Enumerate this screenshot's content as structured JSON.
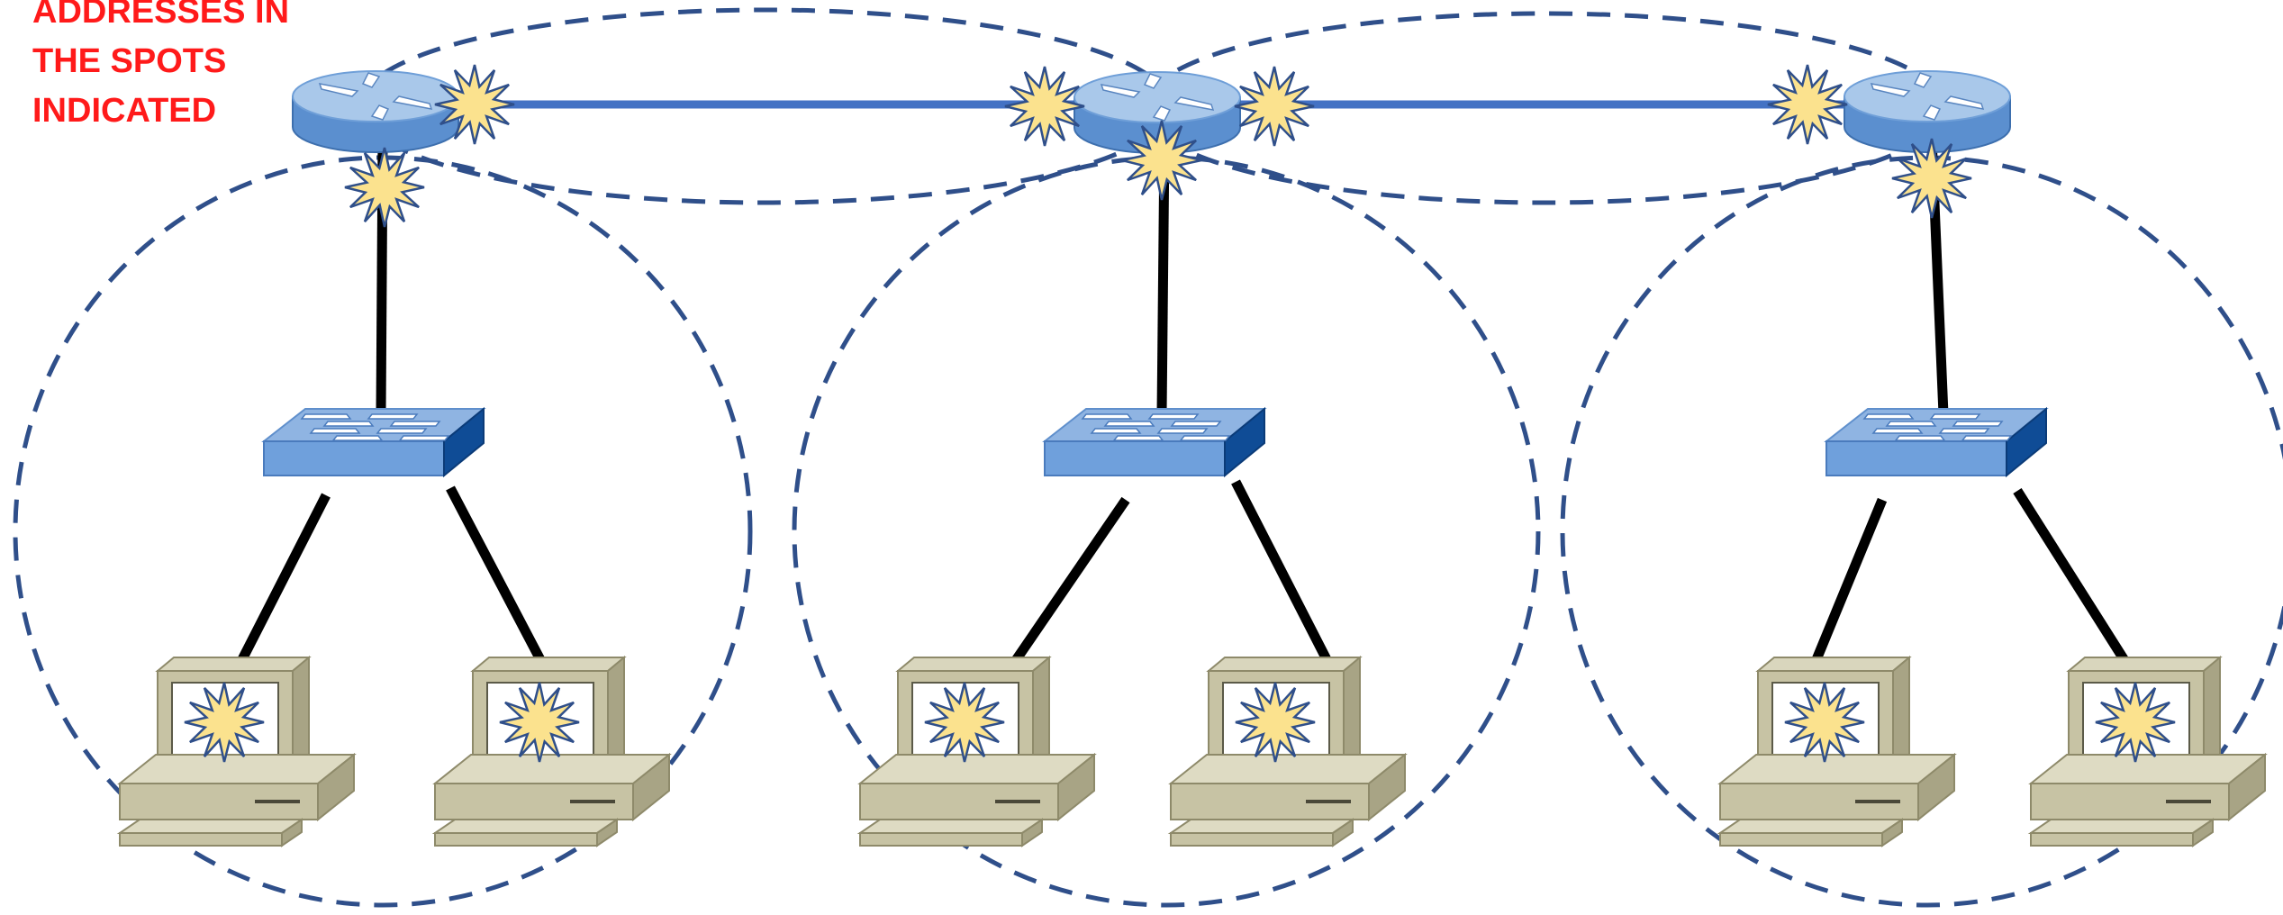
{
  "instruction": {
    "lines": [
      "ADDRESSES IN",
      "THE SPOTS",
      "INDICATED"
    ],
    "color": "#ff1a1a"
  },
  "colors": {
    "dashed_boundary": "#2f4f8a",
    "router_link": "#4472c4",
    "cable": "#000000",
    "router_top": "#a9c8ea",
    "router_side": "#5b8fcf",
    "switch_top": "#8fb4e2",
    "switch_front": "#6fa0dc",
    "switch_side": "#0f4c96",
    "pc_beige": "#c7c3a4",
    "pc_shadow": "#8e8a6a",
    "burst_fill": "#fbe28e",
    "burst_stroke": "#2f4f8a"
  },
  "icons": {
    "router": "router-icon",
    "switch": "switch-icon",
    "pc": "pc-icon",
    "address_spot": "starburst-icon"
  },
  "topology": {
    "routers": 3,
    "switches": 3,
    "pcs_per_switch": 2
  }
}
